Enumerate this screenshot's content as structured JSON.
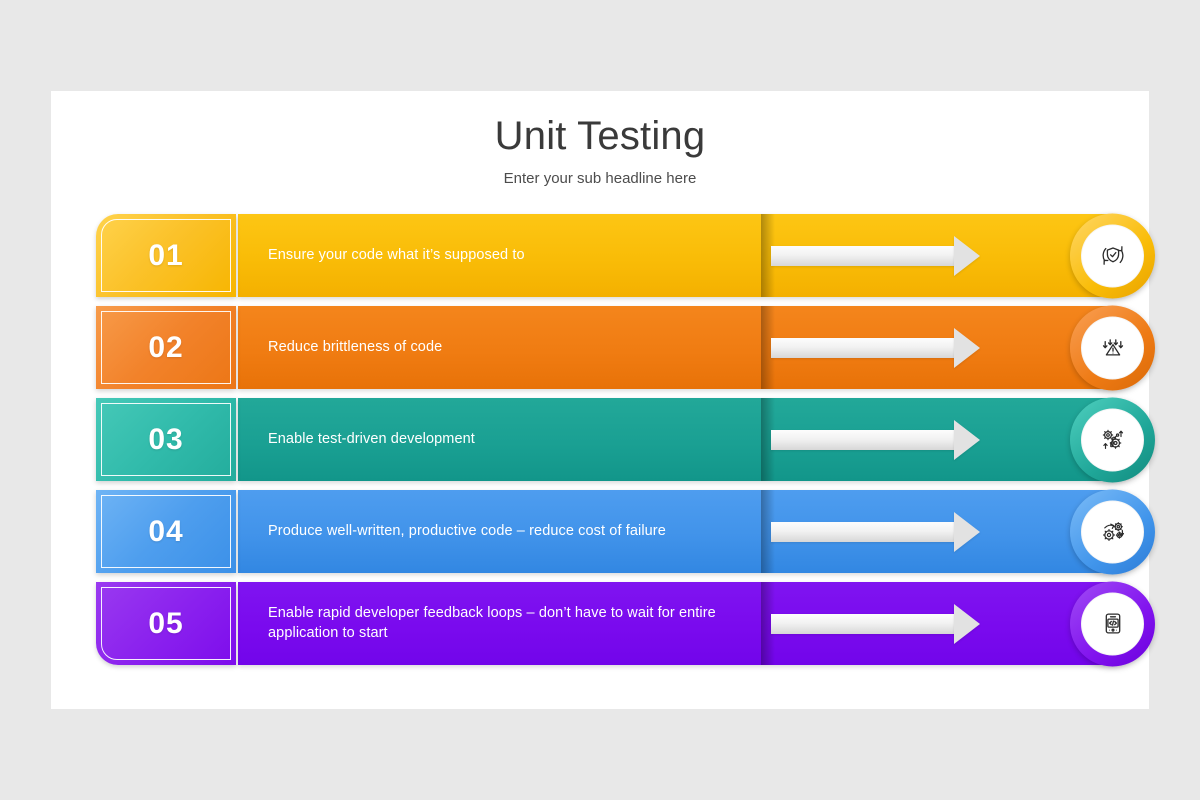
{
  "slide": {
    "title": "Unit Testing",
    "subtitle": "Enter your sub headline here",
    "background_color": "#e8e8e8",
    "canvas_color": "#ffffff"
  },
  "rows": [
    {
      "number": "01",
      "text": "Ensure your code what it’s supposed to",
      "icon": "shield-check-refresh-icon",
      "color": "#F9BC07",
      "accent_light": "#FFD34D"
    },
    {
      "number": "02",
      "text": "Reduce brittleness of code",
      "icon": "warning-triangle-down-arrows-icon",
      "color": "#F07C12",
      "accent_light": "#F79B4A"
    },
    {
      "number": "03",
      "text": "Enable test-driven development",
      "icon": "gears-growth-chart-icon",
      "color": "#1AA093",
      "accent_light": "#46C9B8"
    },
    {
      "number": "04",
      "text": "Produce well-written, productive code – reduce cost of failure",
      "icon": "gears-process-icon",
      "color": "#4193EA",
      "accent_light": "#6FB4F5"
    },
    {
      "number": "05",
      "text": "Enable rapid developer feedback loops – don’t have to wait for entire application to start",
      "icon": "mobile-code-brackets-icon",
      "color": "#7A0AEE",
      "accent_light": "#9A3AF0"
    }
  ]
}
